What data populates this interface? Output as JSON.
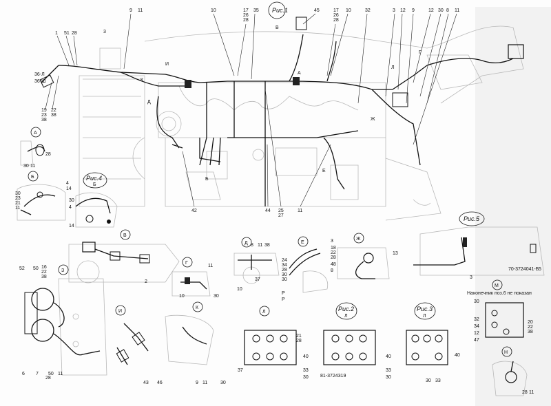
{
  "main_view": {
    "title": "Рис.1",
    "view_arrows": [
      "В",
      "А",
      "И",
      "К",
      "Д",
      "Б",
      "Е",
      "Ж",
      "Г",
      "Л"
    ],
    "callouts_top": [
      "1",
      "51",
      "28",
      "3",
      "9",
      "11",
      "10",
      "17",
      "26",
      "28",
      "35",
      "45",
      "17",
      "26",
      "28",
      "10",
      "32",
      "3",
      "12",
      "9",
      "12",
      "30",
      "8",
      "11"
    ],
    "callouts_left": [
      "36-Л",
      "36-Ш",
      "19",
      "23",
      "38",
      "22",
      "38"
    ],
    "callouts_bottom": [
      "42",
      "44",
      "25",
      "27",
      "11"
    ]
  },
  "views": [
    {
      "id": "A",
      "title": "А",
      "numbers": [
        "30",
        "11",
        "28"
      ]
    },
    {
      "id": "B",
      "title": "Б",
      "numbers": [
        "30",
        "23",
        "21",
        "4",
        "14",
        "11"
      ]
    },
    {
      "id": "fig4",
      "title": "Рис.4",
      "subtitle": "Б",
      "numbers": [
        "30",
        "4",
        "14"
      ]
    },
    {
      "id": "V",
      "title": "В",
      "numbers": [
        "2"
      ]
    },
    {
      "id": "Z",
      "title": "З",
      "numbers": [
        "52",
        "50",
        "16",
        "22",
        "38",
        "50",
        "6",
        "7",
        "28",
        "11"
      ]
    },
    {
      "id": "G",
      "title": "Г",
      "numbers": [
        "11",
        "10",
        "30"
      ]
    },
    {
      "id": "D",
      "title": "Д",
      "numbers": [
        "8",
        "11",
        "38",
        "37",
        "10"
      ]
    },
    {
      "id": "E",
      "title": "Е",
      "numbers": [
        "24",
        "34",
        "28",
        "30",
        "30",
        "P",
        "P"
      ]
    },
    {
      "id": "Zh",
      "title": "Ж",
      "numbers": [
        "3",
        "18",
        "22",
        "28",
        "48",
        "8",
        "13"
      ]
    },
    {
      "id": "fig5",
      "title": "Рис.5",
      "numbers": [
        "3",
        "70-3724041-Б",
        "5"
      ]
    },
    {
      "id": "I",
      "title": "И",
      "numbers": [
        "43",
        "46"
      ]
    },
    {
      "id": "K",
      "title": "К",
      "numbers": [
        "9",
        "11",
        "30"
      ]
    },
    {
      "id": "L",
      "title": "Л",
      "numbers": [
        "21",
        "28",
        "40",
        "37",
        "33",
        "30"
      ]
    },
    {
      "id": "fig2",
      "title": "Рис.2",
      "subtitle": "Л",
      "numbers": [
        "40",
        "33",
        "30",
        "81-3724319"
      ]
    },
    {
      "id": "fig3",
      "title": "Рис.3",
      "subtitle": "Л",
      "numbers": [
        "40",
        "30",
        "33"
      ]
    },
    {
      "id": "M",
      "title": "М",
      "note": "Наконечник поз.6 не показан",
      "numbers": [
        "30",
        "32",
        "34",
        "12",
        "47",
        "20",
        "22",
        "38"
      ]
    },
    {
      "id": "N",
      "title": "Н",
      "numbers": [
        "28",
        "11"
      ]
    }
  ]
}
